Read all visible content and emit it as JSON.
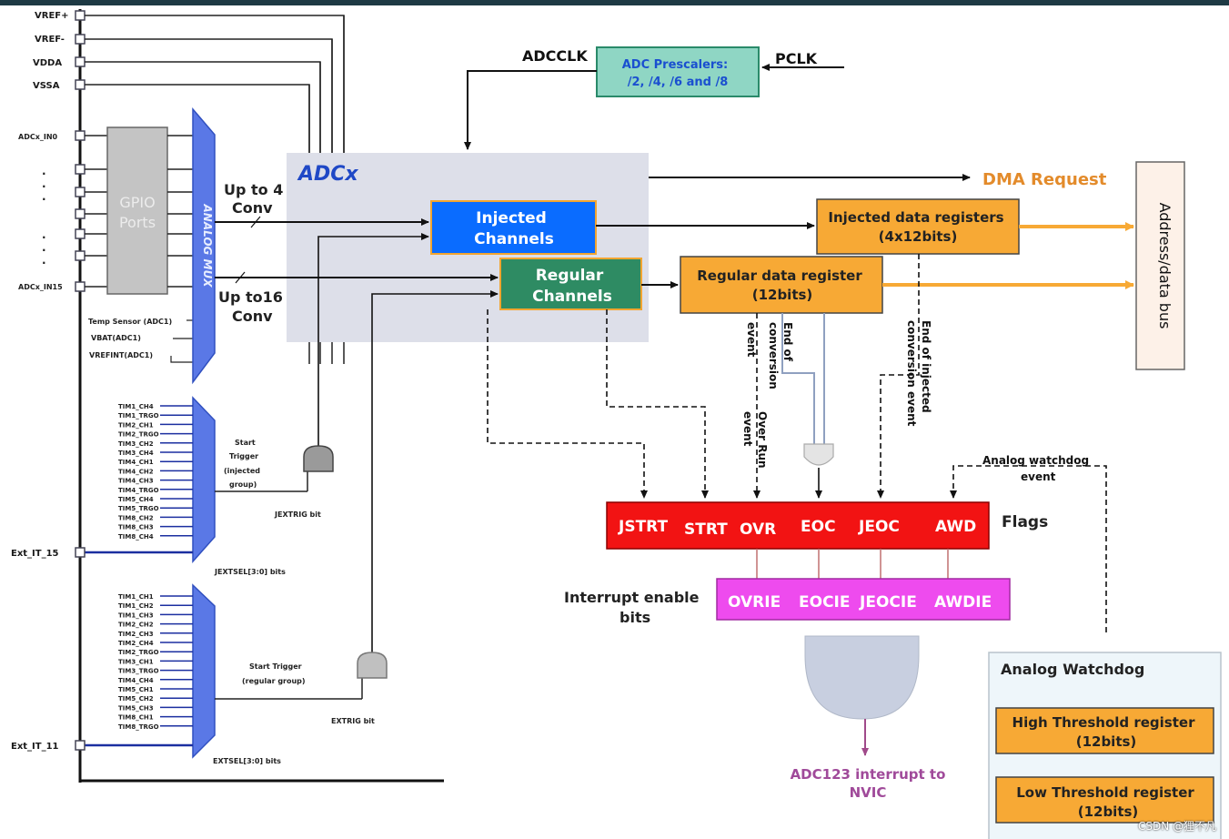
{
  "pins": {
    "top": [
      "VREF+",
      "VREF-",
      "VDDA",
      "VSSA"
    ],
    "in0": "ADCx_IN0",
    "in15": "ADCx_IN15",
    "ellipsis": ".",
    "internal": [
      "Temp Sensor (ADC1)",
      "VBAT(ADC1)",
      "VREFINT(ADC1)"
    ],
    "ext15": "Ext_IT_15",
    "ext11": "Ext_IT_11"
  },
  "gpio_label": [
    "GPIO",
    "Ports"
  ],
  "analog_mux": "ANALOG MUX",
  "conv": {
    "injected": [
      "Up to 4",
      "Conv"
    ],
    "regular": [
      "Up to16",
      "Conv"
    ]
  },
  "clock": {
    "adcclk": "ADCCLK",
    "pclk": "PCLK",
    "prescaler": [
      "ADC Prescalers:",
      "/2, /4, /6 and /8"
    ]
  },
  "adcx": "ADCx",
  "channels": {
    "injected": [
      "Injected",
      "Channels"
    ],
    "regular": [
      "Regular",
      "Channels"
    ]
  },
  "registers": {
    "injected": [
      "Injected data registers",
      "(4x12bits)"
    ],
    "regular": [
      "Regular data register",
      "(12bits)"
    ]
  },
  "dma": "DMA Request",
  "bus": "Address/data bus",
  "events": {
    "eoc": [
      "End of",
      "conversion",
      "event"
    ],
    "jeoc": [
      "End of injected",
      "conversion event"
    ],
    "ovr": [
      "Over Run",
      "event"
    ],
    "awd": [
      "Analog watchdog",
      "event"
    ]
  },
  "triggers": {
    "injected_list": [
      "TIM1_CH4",
      "TIM1_TRGO",
      "TIM2_CH1",
      "TIM2_TRGO",
      "TIM3_CH2",
      "TIM3_CH4",
      "TIM4_CH1",
      "TIM4_CH2",
      "TIM4_CH3",
      "TIM4_TRGO",
      "TIM5_CH4",
      "TIM5_TRGO",
      "TIM8_CH2",
      "TIM8_CH3",
      "TIM8_CH4"
    ],
    "regular_list": [
      "TIM1_CH1",
      "TIM1_CH2",
      "TIM1_CH3",
      "TIM2_CH2",
      "TIM2_CH3",
      "TIM2_CH4",
      "TIM2_TRGO",
      "TIM3_CH1",
      "TIM3_TRGO",
      "TIM4_CH4",
      "TIM5_CH1",
      "TIM5_CH2",
      "TIM5_CH3",
      "TIM8_CH1",
      "TIM8_TRGO"
    ],
    "start_injected": [
      "Start",
      "Trigger",
      "(injected",
      "group)"
    ],
    "start_regular": [
      "Start Trigger",
      "(regular group)"
    ],
    "jextrig": "JEXTRIG bit",
    "extrig": "EXTRIG bit",
    "jextsel": "JEXTSEL[3:0] bits",
    "extsel": "EXTSEL[3:0] bits"
  },
  "flags": {
    "label": "Flags",
    "items": [
      "JSTRT",
      "STRT",
      "OVR",
      "EOC",
      "JEOC",
      "AWD"
    ]
  },
  "interrupts": {
    "label": [
      "Interrupt enable",
      "bits"
    ],
    "items": [
      "OVRIE",
      "EOCIE",
      "JEOCIE",
      "AWDIE"
    ],
    "nvic": [
      "ADC123 interrupt to",
      "NVIC"
    ]
  },
  "watchdog": {
    "title": "Analog Watchdog",
    "high": [
      "High Threshold register",
      "(12bits)"
    ],
    "low": [
      "Low Threshold register",
      "(12bits)"
    ]
  },
  "watermark": "CSDN @狸不凡",
  "colors": {
    "injected_blue": "#0a6cff",
    "regular_green": "#2e8b63",
    "register_orange": "#f7a935",
    "flag_red": "#f21313",
    "interrupt_magenta": "#ee4bee",
    "prescaler_teal": "#8fd6c4",
    "dma_orange": "#e38b2b",
    "mux_blue": "#5a78e6"
  }
}
